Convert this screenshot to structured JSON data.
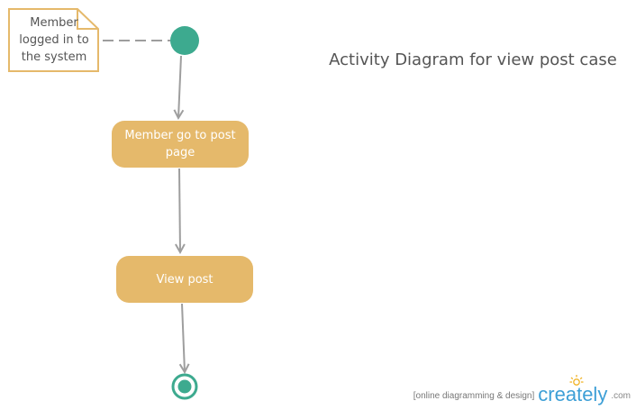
{
  "diagram": {
    "title": "Activity Diagram for view post case",
    "note": {
      "lines": [
        "Member",
        "logged in to",
        "the system"
      ]
    },
    "actions": [
      {
        "lines": [
          "Member go to post",
          "page"
        ]
      },
      {
        "lines": [
          "View post"
        ]
      }
    ]
  },
  "watermark": {
    "tagline": "[online diagramming & design]",
    "brand": "creately",
    "domain": ".com"
  },
  "colors": {
    "action_fill": "#e5b96b",
    "note_border": "#e5b96b",
    "start_node": "#3daa8f",
    "end_node": "#3daa8f",
    "connector": "#9e9e9e",
    "brand": "#3d9fd6"
  }
}
